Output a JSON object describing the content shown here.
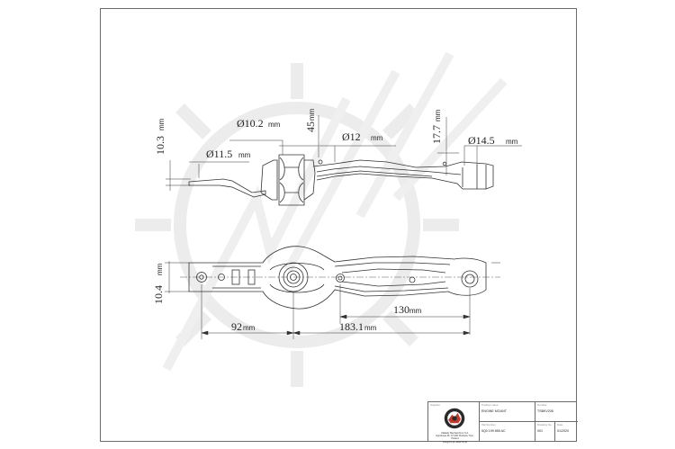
{
  "dimensions": {
    "top_left_height": "10.3",
    "hole_top": "10.2",
    "top_width": "45",
    "hole_mid": "12",
    "right_height": "17.7",
    "hole_right": "14.5",
    "hole_left": "11.5",
    "side_height": "10.4",
    "span_130": "130",
    "span_183": "183.1",
    "span_92": "92",
    "unit": "mm",
    "diameter": "Ø"
  },
  "title_block": {
    "supplier_label": "Supplier",
    "product_label": "Product name",
    "product_name": "ENGINE MOUNT",
    "number_label": "Number",
    "number_value": "TSBKV208",
    "oe_label": "OE Number",
    "oe_value": "5Q0 199 855 AC",
    "drawing_label": "Drawing No",
    "drawing_value": "001",
    "date_label": "Date",
    "date_value": "01/2020",
    "company_line1": "Zakłady Mechaniczne S.A.",
    "company_line2": "Ogrodowa 46, 97-300 Piotrków Tryb., Poland",
    "company_line3": "info@zm.pl, www.zm.pl"
  }
}
